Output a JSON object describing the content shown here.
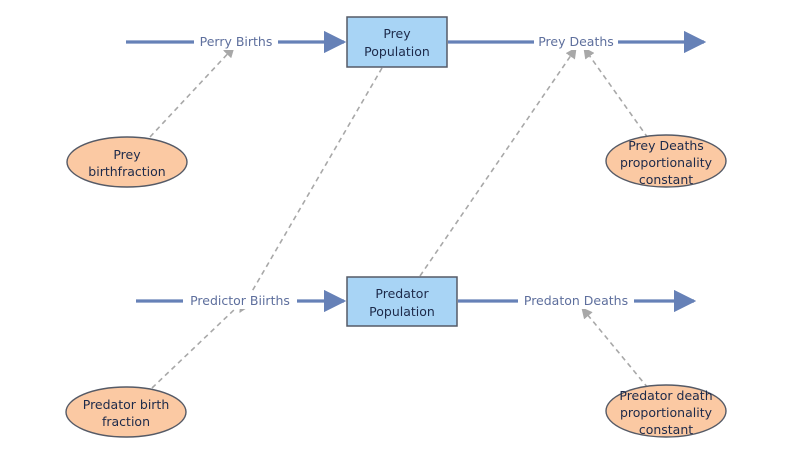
{
  "diagram": {
    "stocks": {
      "prey_population": {
        "lines": [
          "Prey",
          "Population"
        ]
      },
      "predator_population": {
        "lines": [
          "Predator",
          "Population"
        ]
      }
    },
    "flows": {
      "prey_births": "Perry Births",
      "prey_deaths": "Prey Deaths",
      "predator_births": "Predictor Biirths",
      "predator_deaths": "Predaton Deaths"
    },
    "auxiliaries": {
      "prey_birthfraction": {
        "lines": [
          "Prey",
          "birthfraction"
        ]
      },
      "prey_deaths_constant": {
        "lines": [
          "Prey Deaths",
          "proportionality",
          "constant"
        ]
      },
      "predator_birth_fraction": {
        "lines": [
          "Predator birth",
          "fraction"
        ]
      },
      "predator_death_constant": {
        "lines": [
          "Predator death",
          "proportionality",
          "constant"
        ]
      }
    },
    "colors": {
      "stock_fill": "#a8d4f5",
      "auxiliary_fill": "#fbc9a3",
      "flow_pipe": "#6681b7",
      "link": "#a8a8a8"
    }
  }
}
